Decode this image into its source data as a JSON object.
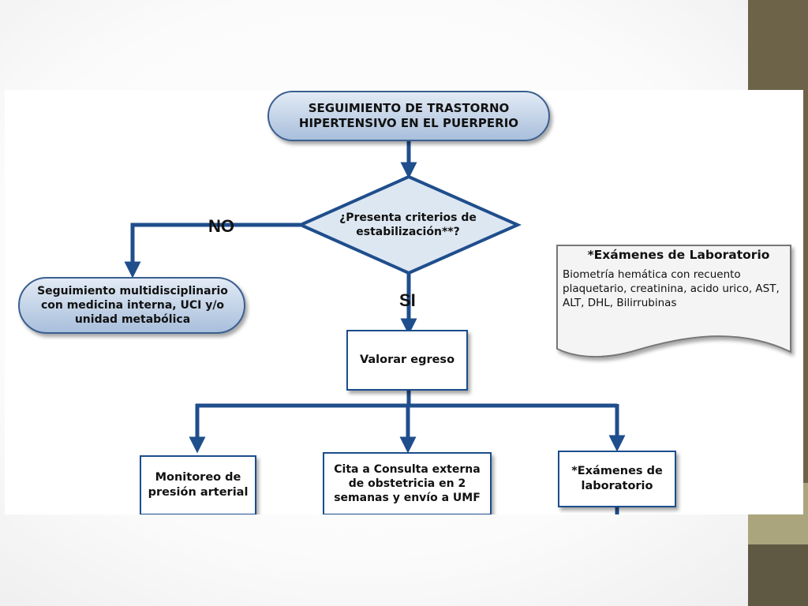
{
  "flowchart": {
    "start_title": "SEGUIMIENTO DE TRASTORNO HIPERTENSIVO EN EL PUERPERIO",
    "decision": "¿Presenta criterios de estabilización**?",
    "label_no": "NO",
    "label_si": "SI",
    "no_branch": "Seguimiento multidisciplinario con medicina interna, UCI y/o unidad metabólica",
    "valorar": "Valorar egreso",
    "monitoreo": "Monitoreo de presión arterial",
    "cita": "Cita a Consulta externa de obstetricia en 2 semanas y envío a UMF",
    "examenes_box": "*Exámenes de laboratorio"
  },
  "lab_note": {
    "title": "*Exámenes de Laboratorio",
    "body": "Biometría hemática con recuento plaquetario, creatinina, acido urico, AST, ALT, DHL, Bilirrubinas"
  },
  "colors": {
    "arrow": "#1f4e8c",
    "terminal_fill_top": "#dbe6f3",
    "terminal_fill_bottom": "#a9bfdc",
    "border": "#3b5f8f"
  }
}
